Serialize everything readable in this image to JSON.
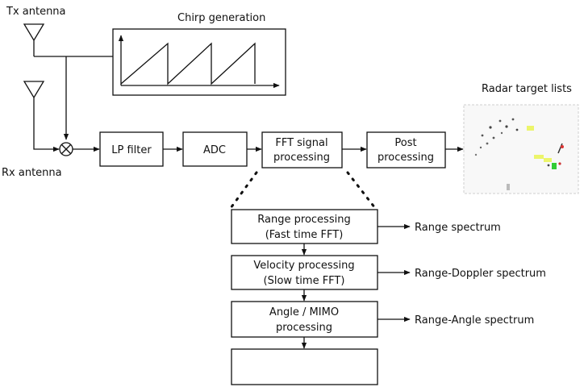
{
  "labels": {
    "tx_antenna": "Tx antenna",
    "rx_antenna": "Rx antenna",
    "chirp_generation": "Chirp generation",
    "radar_target_lists": "Radar target lists"
  },
  "chain": {
    "lp_filter": "LP filter",
    "adc": "ADC",
    "fft_line1": "FFT signal",
    "fft_line2": "processing",
    "post_line1": "Post",
    "post_line2": "processing"
  },
  "stages": {
    "range_line1": "Range processing",
    "range_line2": "(Fast time FFT)",
    "velocity_line1": "Velocity processing",
    "velocity_line2": "(Slow time FFT)",
    "angle_line1": "Angle / MIMO",
    "angle_line2": "processing"
  },
  "outputs": {
    "range": "Range spectrum",
    "range_doppler": "Range-Doppler spectrum",
    "range_angle": "Range-Angle spectrum"
  }
}
